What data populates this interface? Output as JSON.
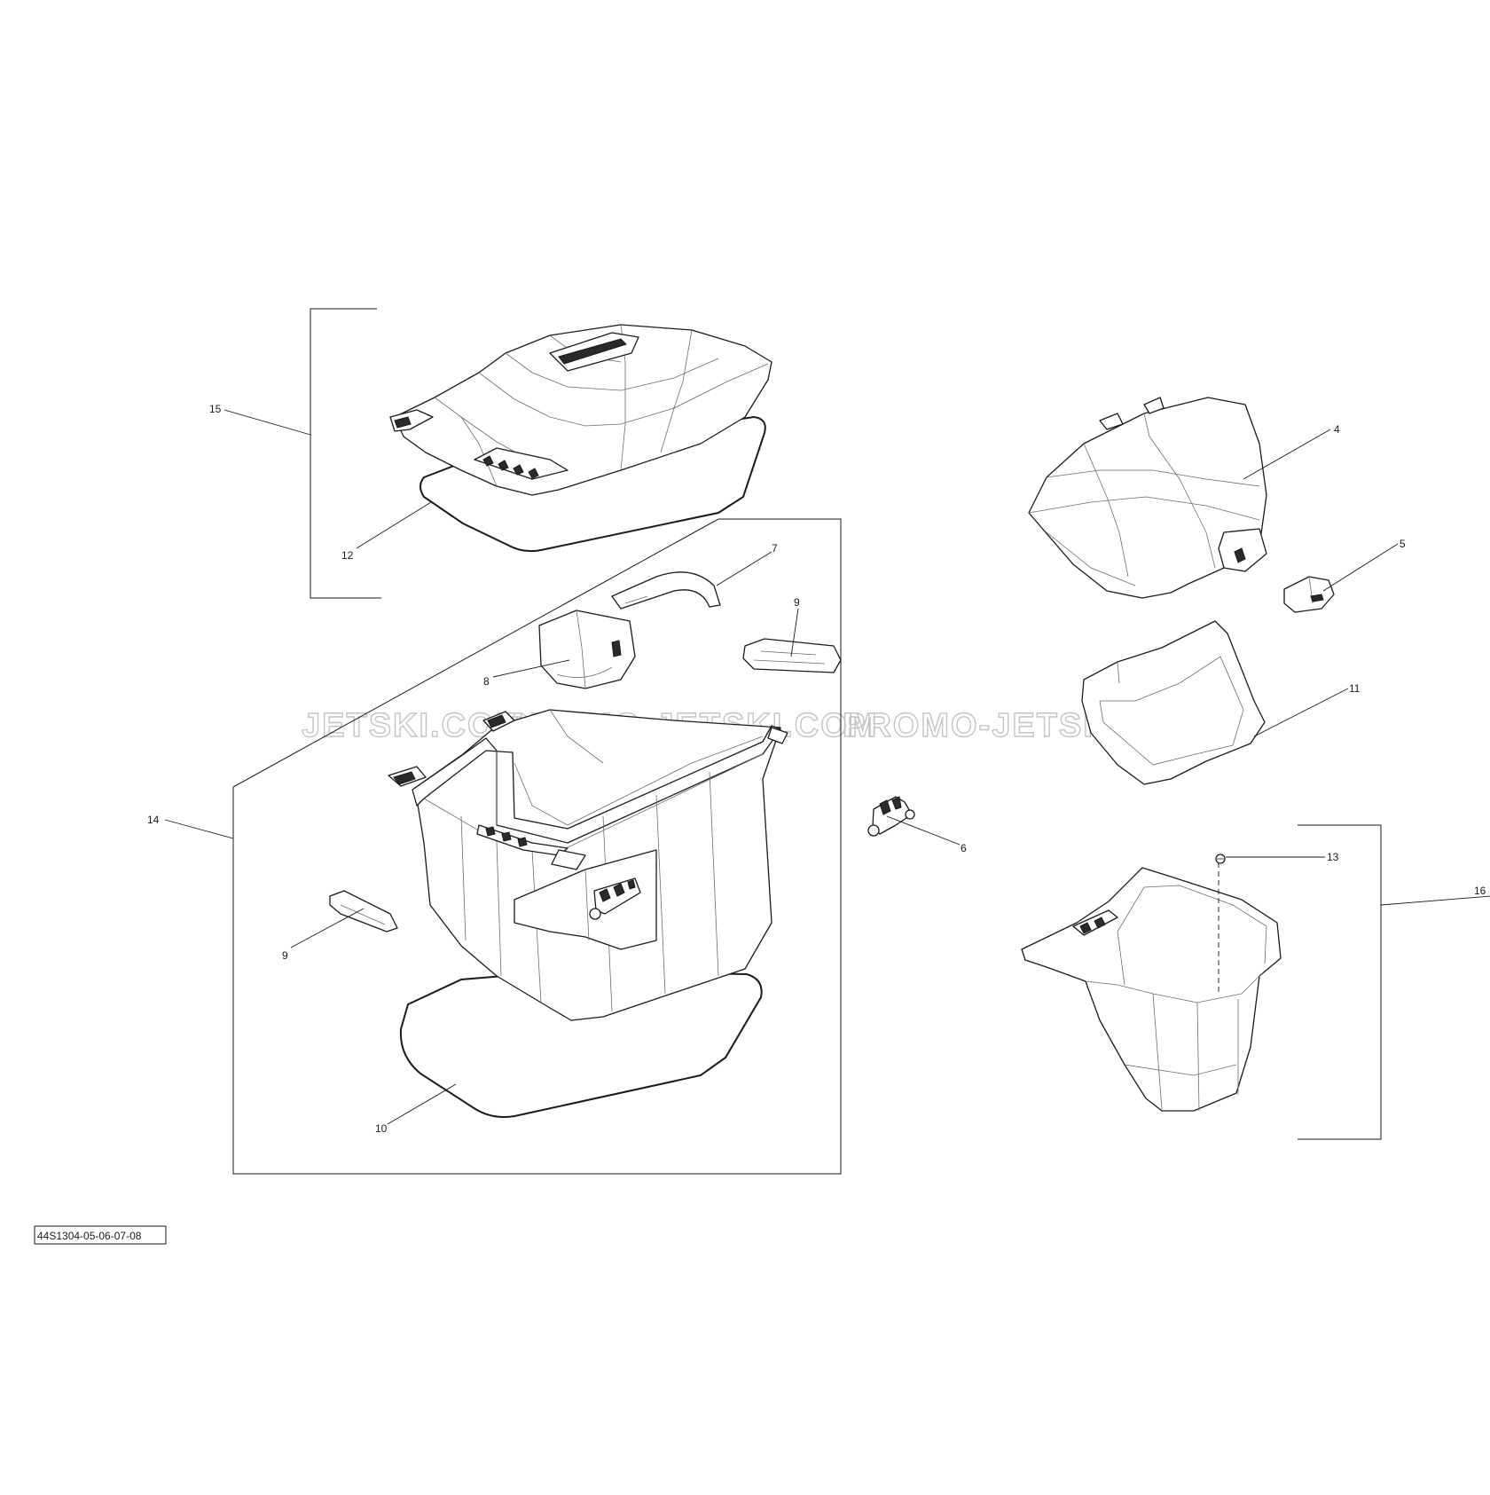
{
  "diagram": {
    "drawing_code": "44S1304-05-06-07-08",
    "watermarks": [
      "JETSKI.COM",
      "PROMO-JETSKI.COM",
      "PROMO-JETSKI.COM"
    ],
    "callouts": [
      {
        "id": "c4",
        "label": "4"
      },
      {
        "id": "c5",
        "label": "5"
      },
      {
        "id": "c6",
        "label": "6"
      },
      {
        "id": "c7",
        "label": "7"
      },
      {
        "id": "c8",
        "label": "8"
      },
      {
        "id": "c9a",
        "label": "9"
      },
      {
        "id": "c9b",
        "label": "9"
      },
      {
        "id": "c10",
        "label": "10"
      },
      {
        "id": "c11",
        "label": "11"
      },
      {
        "id": "c12",
        "label": "12"
      },
      {
        "id": "c13",
        "label": "13"
      },
      {
        "id": "c14",
        "label": "14"
      },
      {
        "id": "c15",
        "label": "15"
      },
      {
        "id": "c16",
        "label": "16"
      }
    ]
  }
}
